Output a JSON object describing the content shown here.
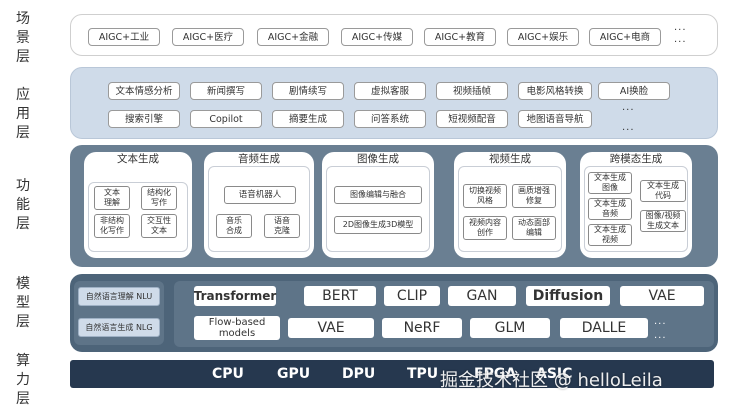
{
  "layers": [
    {
      "id": "scene",
      "label": "场景层"
    },
    {
      "id": "app",
      "label": "应用层"
    },
    {
      "id": "func",
      "label": "功能层"
    },
    {
      "id": "model",
      "label": "模型层"
    },
    {
      "id": "compute",
      "label": "算力层"
    }
  ],
  "scene": {
    "items": [
      "AIGC+工业",
      "AIGC+医疗",
      "AIGC+金融",
      "AIGC+传媒",
      "AIGC+教育",
      "AIGC+娱乐",
      "AIGC+电商"
    ],
    "ellipsis": "..."
  },
  "app": {
    "row1": [
      "文本情感分析",
      "新闻撰写",
      "剧情续写",
      "虚拟客服",
      "视频插帧",
      "电影风格转换",
      "AI换脸"
    ],
    "row2": [
      "搜索引擎",
      "Copilot",
      "摘要生成",
      "问答系统",
      "短视频配音",
      "地图语音导航"
    ],
    "ellipsis": "...",
    "ellipsis2": "..."
  },
  "func": {
    "text": {
      "title": "文本生成",
      "items": [
        "文本\n理解",
        "结构化\n写作",
        "非结构\n化写作",
        "交互性\n文本"
      ]
    },
    "audio": {
      "title": "音频生成",
      "items": [
        "语音机器人",
        "音乐\n合成",
        "语音\n克隆"
      ]
    },
    "image": {
      "title": "图像生成",
      "items": [
        "图像编辑与融合",
        "2D图像生成3D模型"
      ]
    },
    "video": {
      "title": "视频生成",
      "items": [
        "切换视频\n风格",
        "画质增强\n修复",
        "视频内容\n创作",
        "动态面部\n编辑"
      ]
    },
    "cross": {
      "title": "跨模态生成",
      "items": [
        "文本生成\n图像",
        "文本生成\n代码",
        "文本生成\n音频",
        "图像/视频\n生成文本",
        "文本生成\n视频"
      ]
    }
  },
  "model": {
    "nlu": "自然语言理解 NLU",
    "nlg": "自然语言生成 NLG",
    "row1": [
      "Transformer",
      "BERT",
      "CLIP",
      "GAN",
      "Diffusion",
      "VAE"
    ],
    "row2": [
      "Flow-based\nmodels",
      "VAE",
      "NeRF",
      "GLM",
      "DALLE"
    ],
    "ellipsis": "..."
  },
  "compute": {
    "items": [
      "CPU",
      "GPU",
      "DPU",
      "TPU",
      "FPGA",
      "ASIC"
    ]
  },
  "watermark": "掘金技术社区 @ helloLeila",
  "colors": {
    "app_panel": "#cfdbe9",
    "func_panel": "#6a7f92",
    "model_panel": "#4d6479",
    "compute_bar": "#26384f"
  }
}
